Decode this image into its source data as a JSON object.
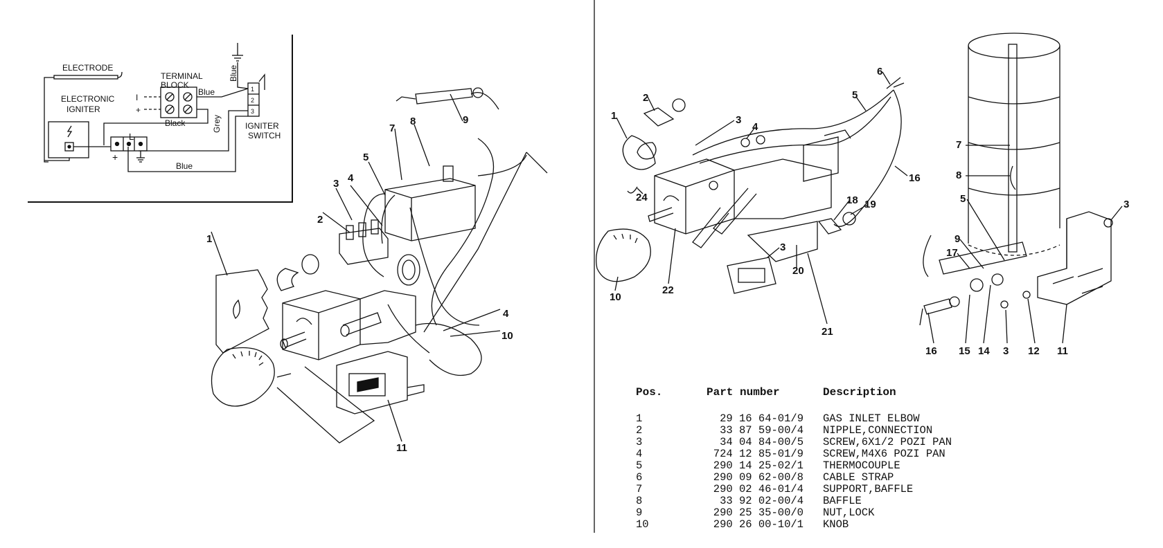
{
  "wiring": {
    "electrode": "ELECTRODE",
    "terminal_block_1": "TERMINAL",
    "terminal_block_2": "BLOCK",
    "igniter_1": "ELECTRONIC",
    "igniter_2": "IGNITER",
    "switch_1": "IGNITER",
    "switch_2": "SWITCH",
    "wire_blue_top": "Blue",
    "wire_blue_vertical": "Blue",
    "wire_black": "Black",
    "wire_grey": "Grey",
    "wire_blue_bottom": "Blue",
    "terminal_L": "L",
    "switch_pin_1": "1",
    "switch_pin_2": "2",
    "switch_pin_3": "3",
    "sign_plus_1": "+",
    "sign_plus_2": "+",
    "sign_minus": "I"
  },
  "left_callouts": [
    "1",
    "2",
    "3",
    "4",
    "5",
    "7",
    "8",
    "9",
    "4",
    "10",
    "11"
  ],
  "middle_callouts": [
    "1",
    "2",
    "3",
    "4",
    "5",
    "6",
    "16",
    "24",
    "18",
    "19",
    "3",
    "20",
    "22",
    "10",
    "21"
  ],
  "right_callouts": [
    "7",
    "8",
    "5",
    "9",
    "17",
    "3",
    "16",
    "15",
    "14",
    "3",
    "12",
    "11"
  ],
  "parts_table": {
    "headers": {
      "pos": "Pos.",
      "part": "Part number",
      "desc": "Description"
    },
    "rows": [
      {
        "pos": "1",
        "part": "29 16 64-01/9",
        "desc": "GAS INLET ELBOW"
      },
      {
        "pos": "2",
        "part": "33 87 59-00/4",
        "desc": "NIPPLE,CONNECTION"
      },
      {
        "pos": "3",
        "part": "34 04 84-00/5",
        "desc": "SCREW,6X1/2 POZI PAN"
      },
      {
        "pos": "4",
        "part": "724 12 85-01/9",
        "desc": "SCREW,M4X6 POZI PAN"
      },
      {
        "pos": "5",
        "part": "290 14 25-02/1",
        "desc": "THERMOCOUPLE"
      },
      {
        "pos": "6",
        "part": "290 09 62-00/8",
        "desc": "CABLE STRAP"
      },
      {
        "pos": "7",
        "part": "290 02 46-01/4",
        "desc": "SUPPORT,BAFFLE"
      },
      {
        "pos": "8",
        "part": "33 92 02-00/4",
        "desc": "BAFFLE"
      },
      {
        "pos": "9",
        "part": "290 25 35-00/0",
        "desc": "NUT,LOCK"
      },
      {
        "pos": "10",
        "part": "290 26 00-10/1",
        "desc": "KNOB"
      }
    ]
  }
}
